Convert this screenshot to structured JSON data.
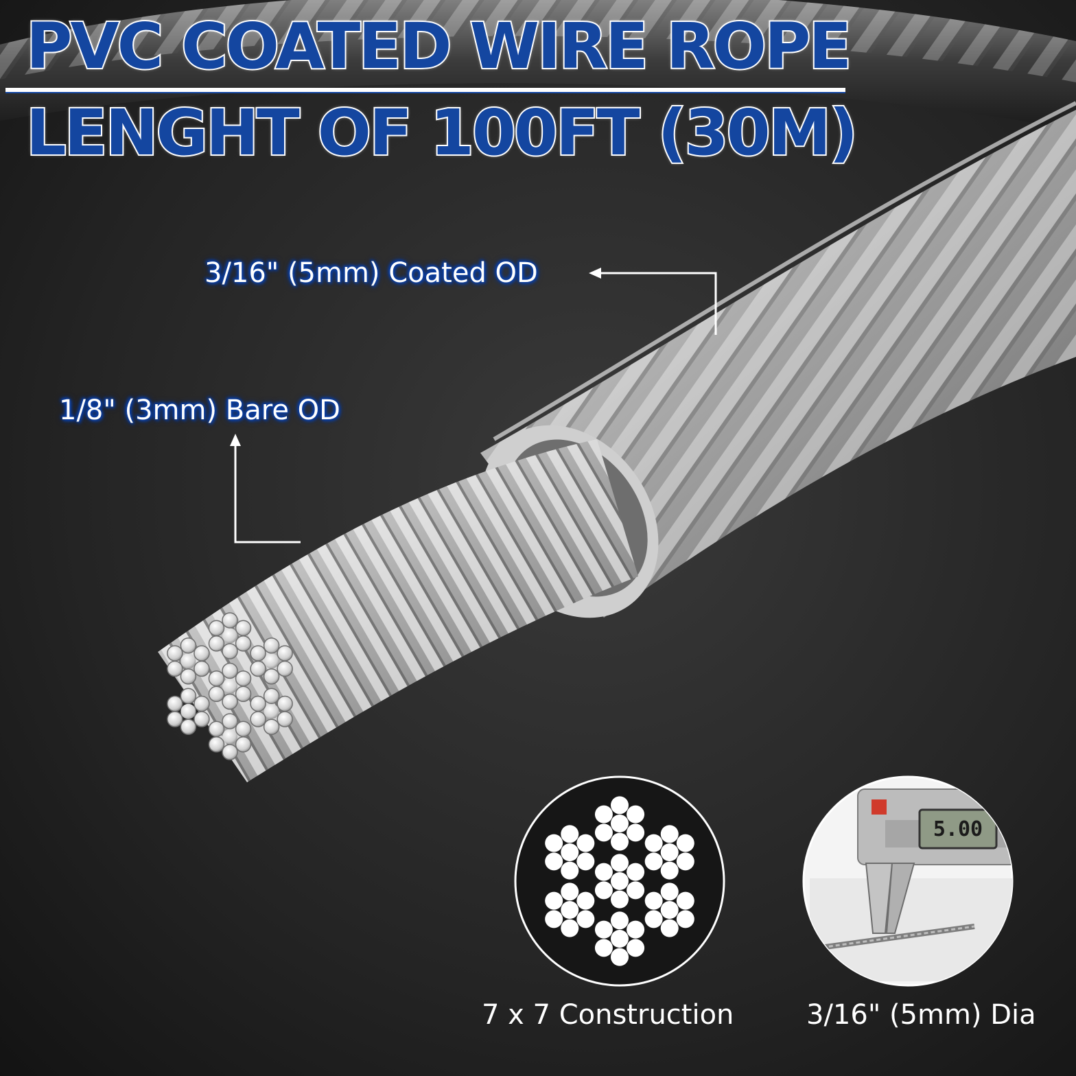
{
  "headline": {
    "line1": "PVC COATED WIRE ROPE",
    "line2": "LENGHT OF 100FT (30M)"
  },
  "callouts": {
    "coated_od": "3/16\" (5mm) Coated OD",
    "bare_od": "1/8\" (3mm) Bare OD"
  },
  "insets": {
    "construction": {
      "caption": "7 x 7 Construction"
    },
    "caliper": {
      "caption": "3/16\" (5mm) Dia",
      "display_value": "5.00"
    }
  },
  "colors": {
    "headline_blue": "#1446a0",
    "background": "#1e1e1e",
    "label_glow": "#0a3fa6"
  }
}
